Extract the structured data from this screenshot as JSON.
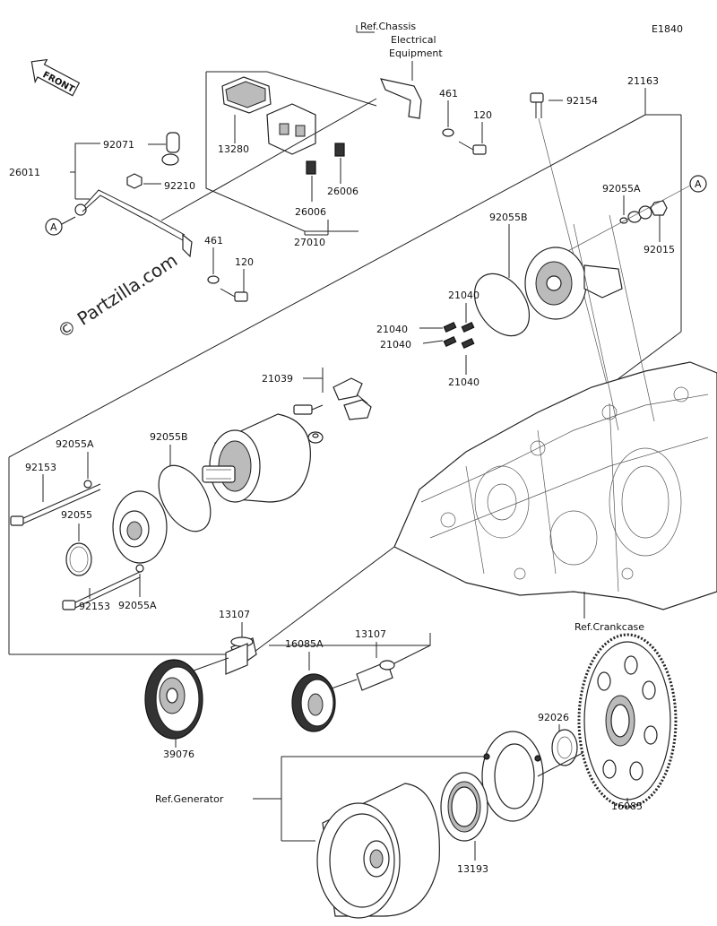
{
  "diagram_code": "E1840",
  "watermark": "© Partzilla.com",
  "front_label": "FRONT",
  "refs": {
    "chassis_line1": "Ref.Chassis",
    "chassis_line2": "Electrical",
    "chassis_line3": "Equipment",
    "crankcase": "Ref.Crankcase",
    "generator": "Ref.Generator"
  },
  "callouts": {
    "c13280": "13280",
    "c92071": "92071",
    "c26011": "26011",
    "c92210": "92210",
    "c26006a": "26006",
    "c26006b": "26006",
    "c27010": "27010",
    "c461a": "461",
    "c120a": "120",
    "c461b": "461",
    "c120b": "120",
    "c92154": "92154",
    "c21163": "21163",
    "c92055A_top": "92055A",
    "c92015": "92015",
    "c92055B_top": "92055B",
    "c21040a": "21040",
    "c21040b": "21040",
    "c21040c": "21040",
    "c21040d": "21040",
    "c21039": "21039",
    "c92055A_l1": "92055A",
    "c92055B_mid": "92055B",
    "c92153a": "92153",
    "c92055": "92055",
    "c92153b": "92153",
    "c92055A_l2": "92055A",
    "c13107a": "13107",
    "c13107b": "13107",
    "c16085A": "16085A",
    "c39076": "39076",
    "c92026": "92026",
    "c16085": "16085",
    "c13193": "13193"
  },
  "markers": {
    "a_left": "A",
    "a_right": "A"
  }
}
